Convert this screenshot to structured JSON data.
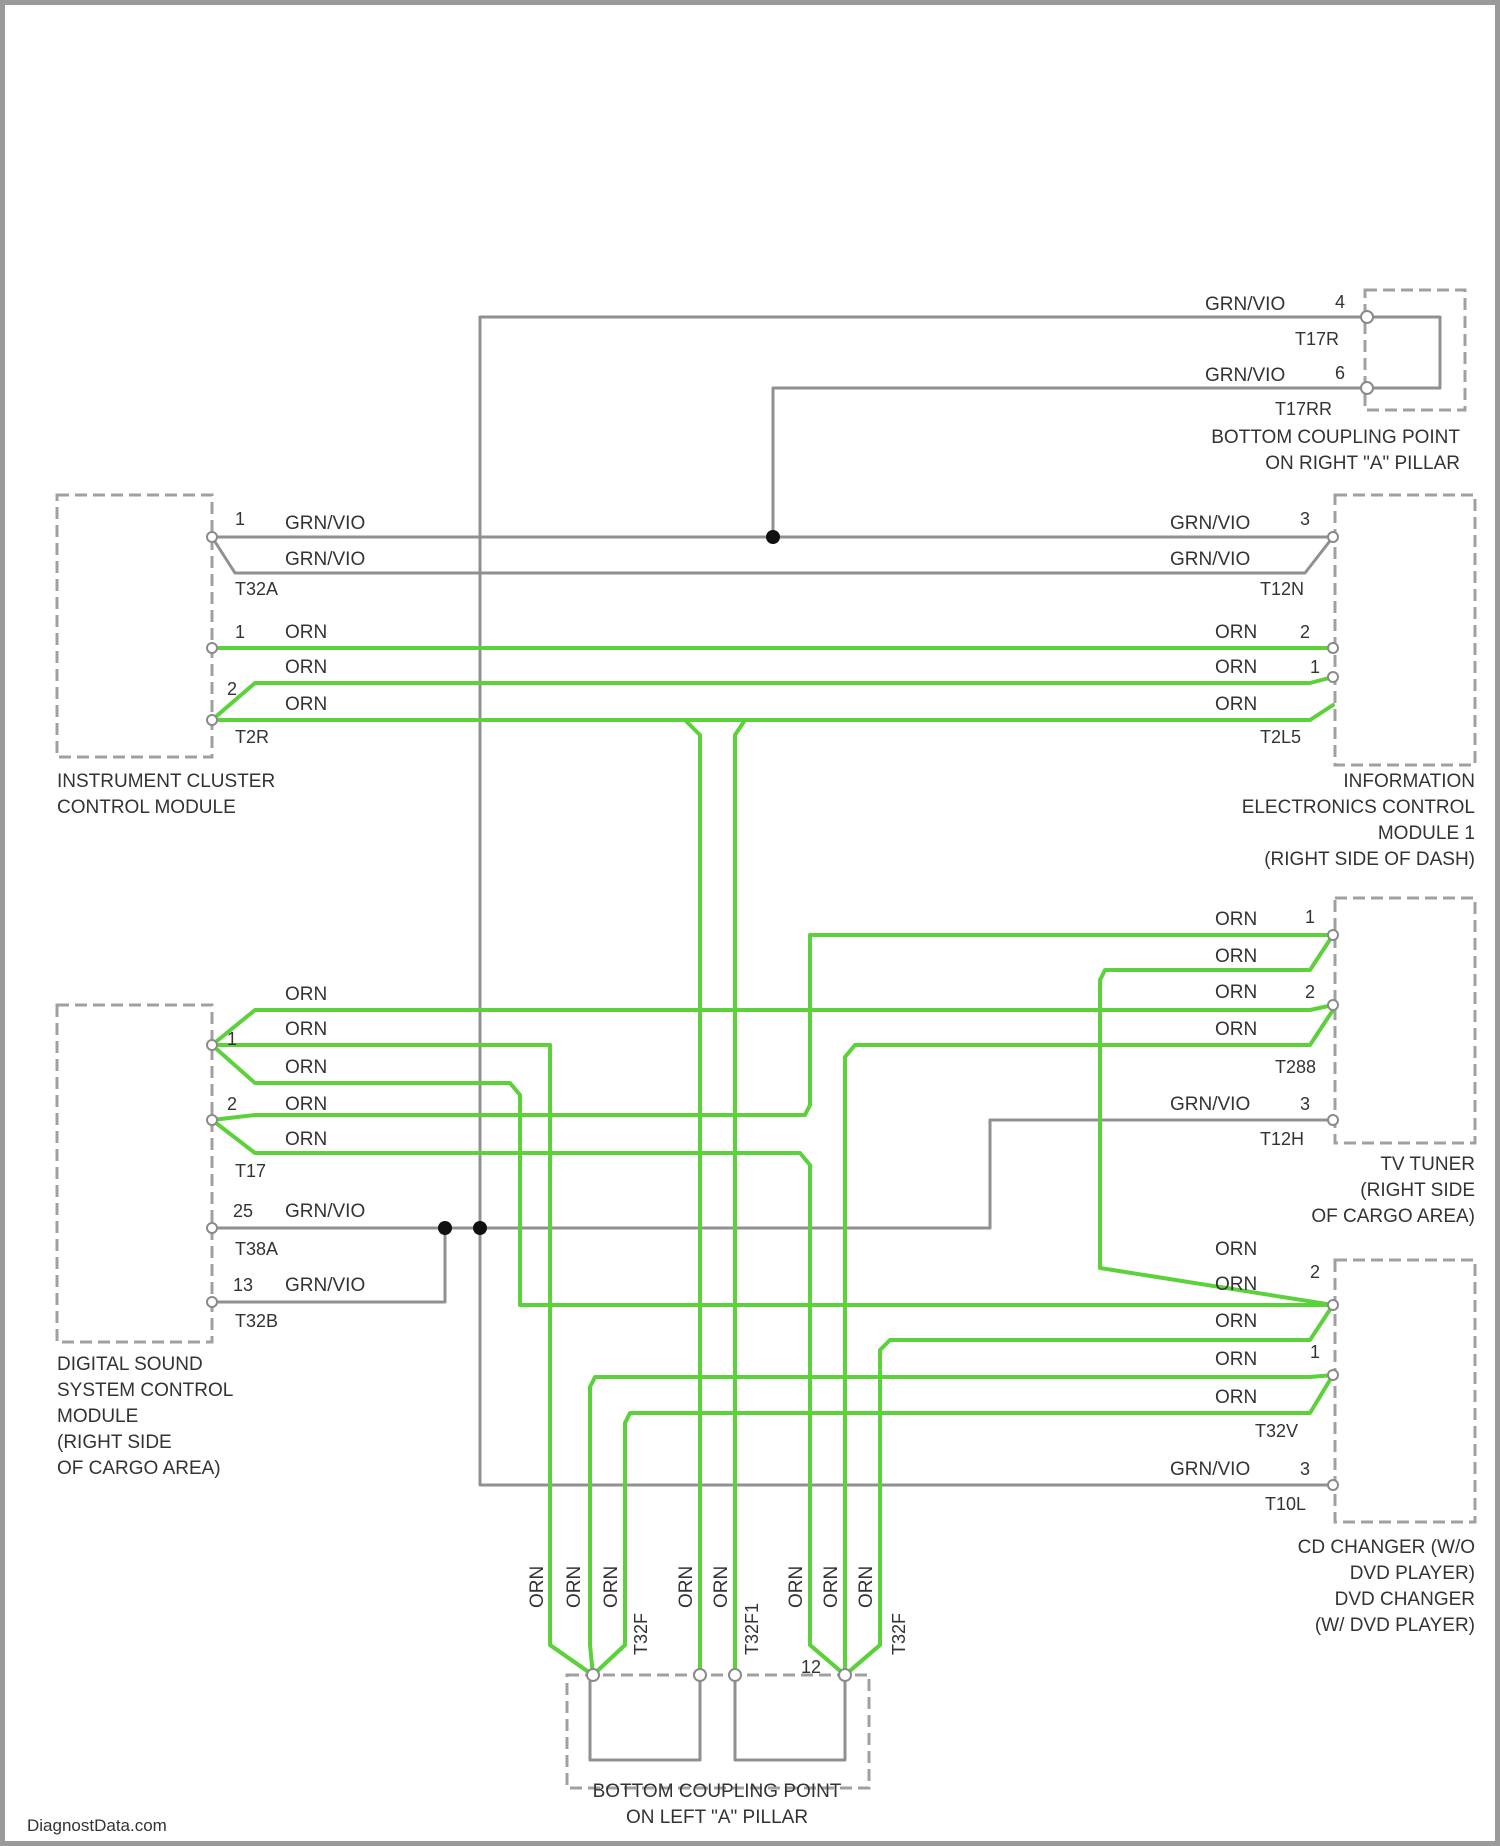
{
  "colors": {
    "data_wire": "#5bd13a",
    "power_wire": "#909090",
    "box": "#a0a0a0"
  },
  "wire_codes": {
    "orn": "ORN",
    "grn_vio": "GRN/VIO"
  },
  "connectors": {
    "t17r": "T17R",
    "t17rr": "T17RR",
    "t32a": "T32A",
    "t12n": "T12N",
    "t2r": "T2R",
    "t2l5": "T2L5",
    "t288": "T288",
    "t12h": "T12H",
    "t17": "T17",
    "t38a": "T38A",
    "t32b": "T32B",
    "t32v": "T32V",
    "t10l": "T10L",
    "t32f": "T32F",
    "t32f1": "T32F1"
  },
  "pins": {
    "p1": "1",
    "p2": "2",
    "p3": "3",
    "p4": "4",
    "p6": "6",
    "p12": "12",
    "p25": "25",
    "p13": "13"
  },
  "components": {
    "coupling_right": [
      "BOTTOM COUPLING POINT",
      "ON RIGHT \"A\" PILLAR"
    ],
    "instrument_cluster": [
      "INSTRUMENT CLUSTER",
      "CONTROL MODULE"
    ],
    "information_electronics": [
      "INFORMATION",
      "ELECTRONICS CONTROL",
      "MODULE 1",
      "(RIGHT SIDE OF DASH)"
    ],
    "tv_tuner": [
      "TV TUNER",
      "(RIGHT SIDE",
      "OF CARGO AREA)"
    ],
    "digital_sound": [
      "DIGITAL SOUND",
      "SYSTEM CONTROL",
      "MODULE",
      "(RIGHT SIDE",
      "OF CARGO AREA)"
    ],
    "cd_changer": [
      "CD CHANGER (W/O",
      "DVD PLAYER)",
      "DVD CHANGER",
      "(W/ DVD PLAYER)"
    ],
    "coupling_left": [
      "BOTTOM COUPLING POINT",
      "ON LEFT \"A\" PILLAR"
    ]
  },
  "watermark": "DiagnostData.com"
}
